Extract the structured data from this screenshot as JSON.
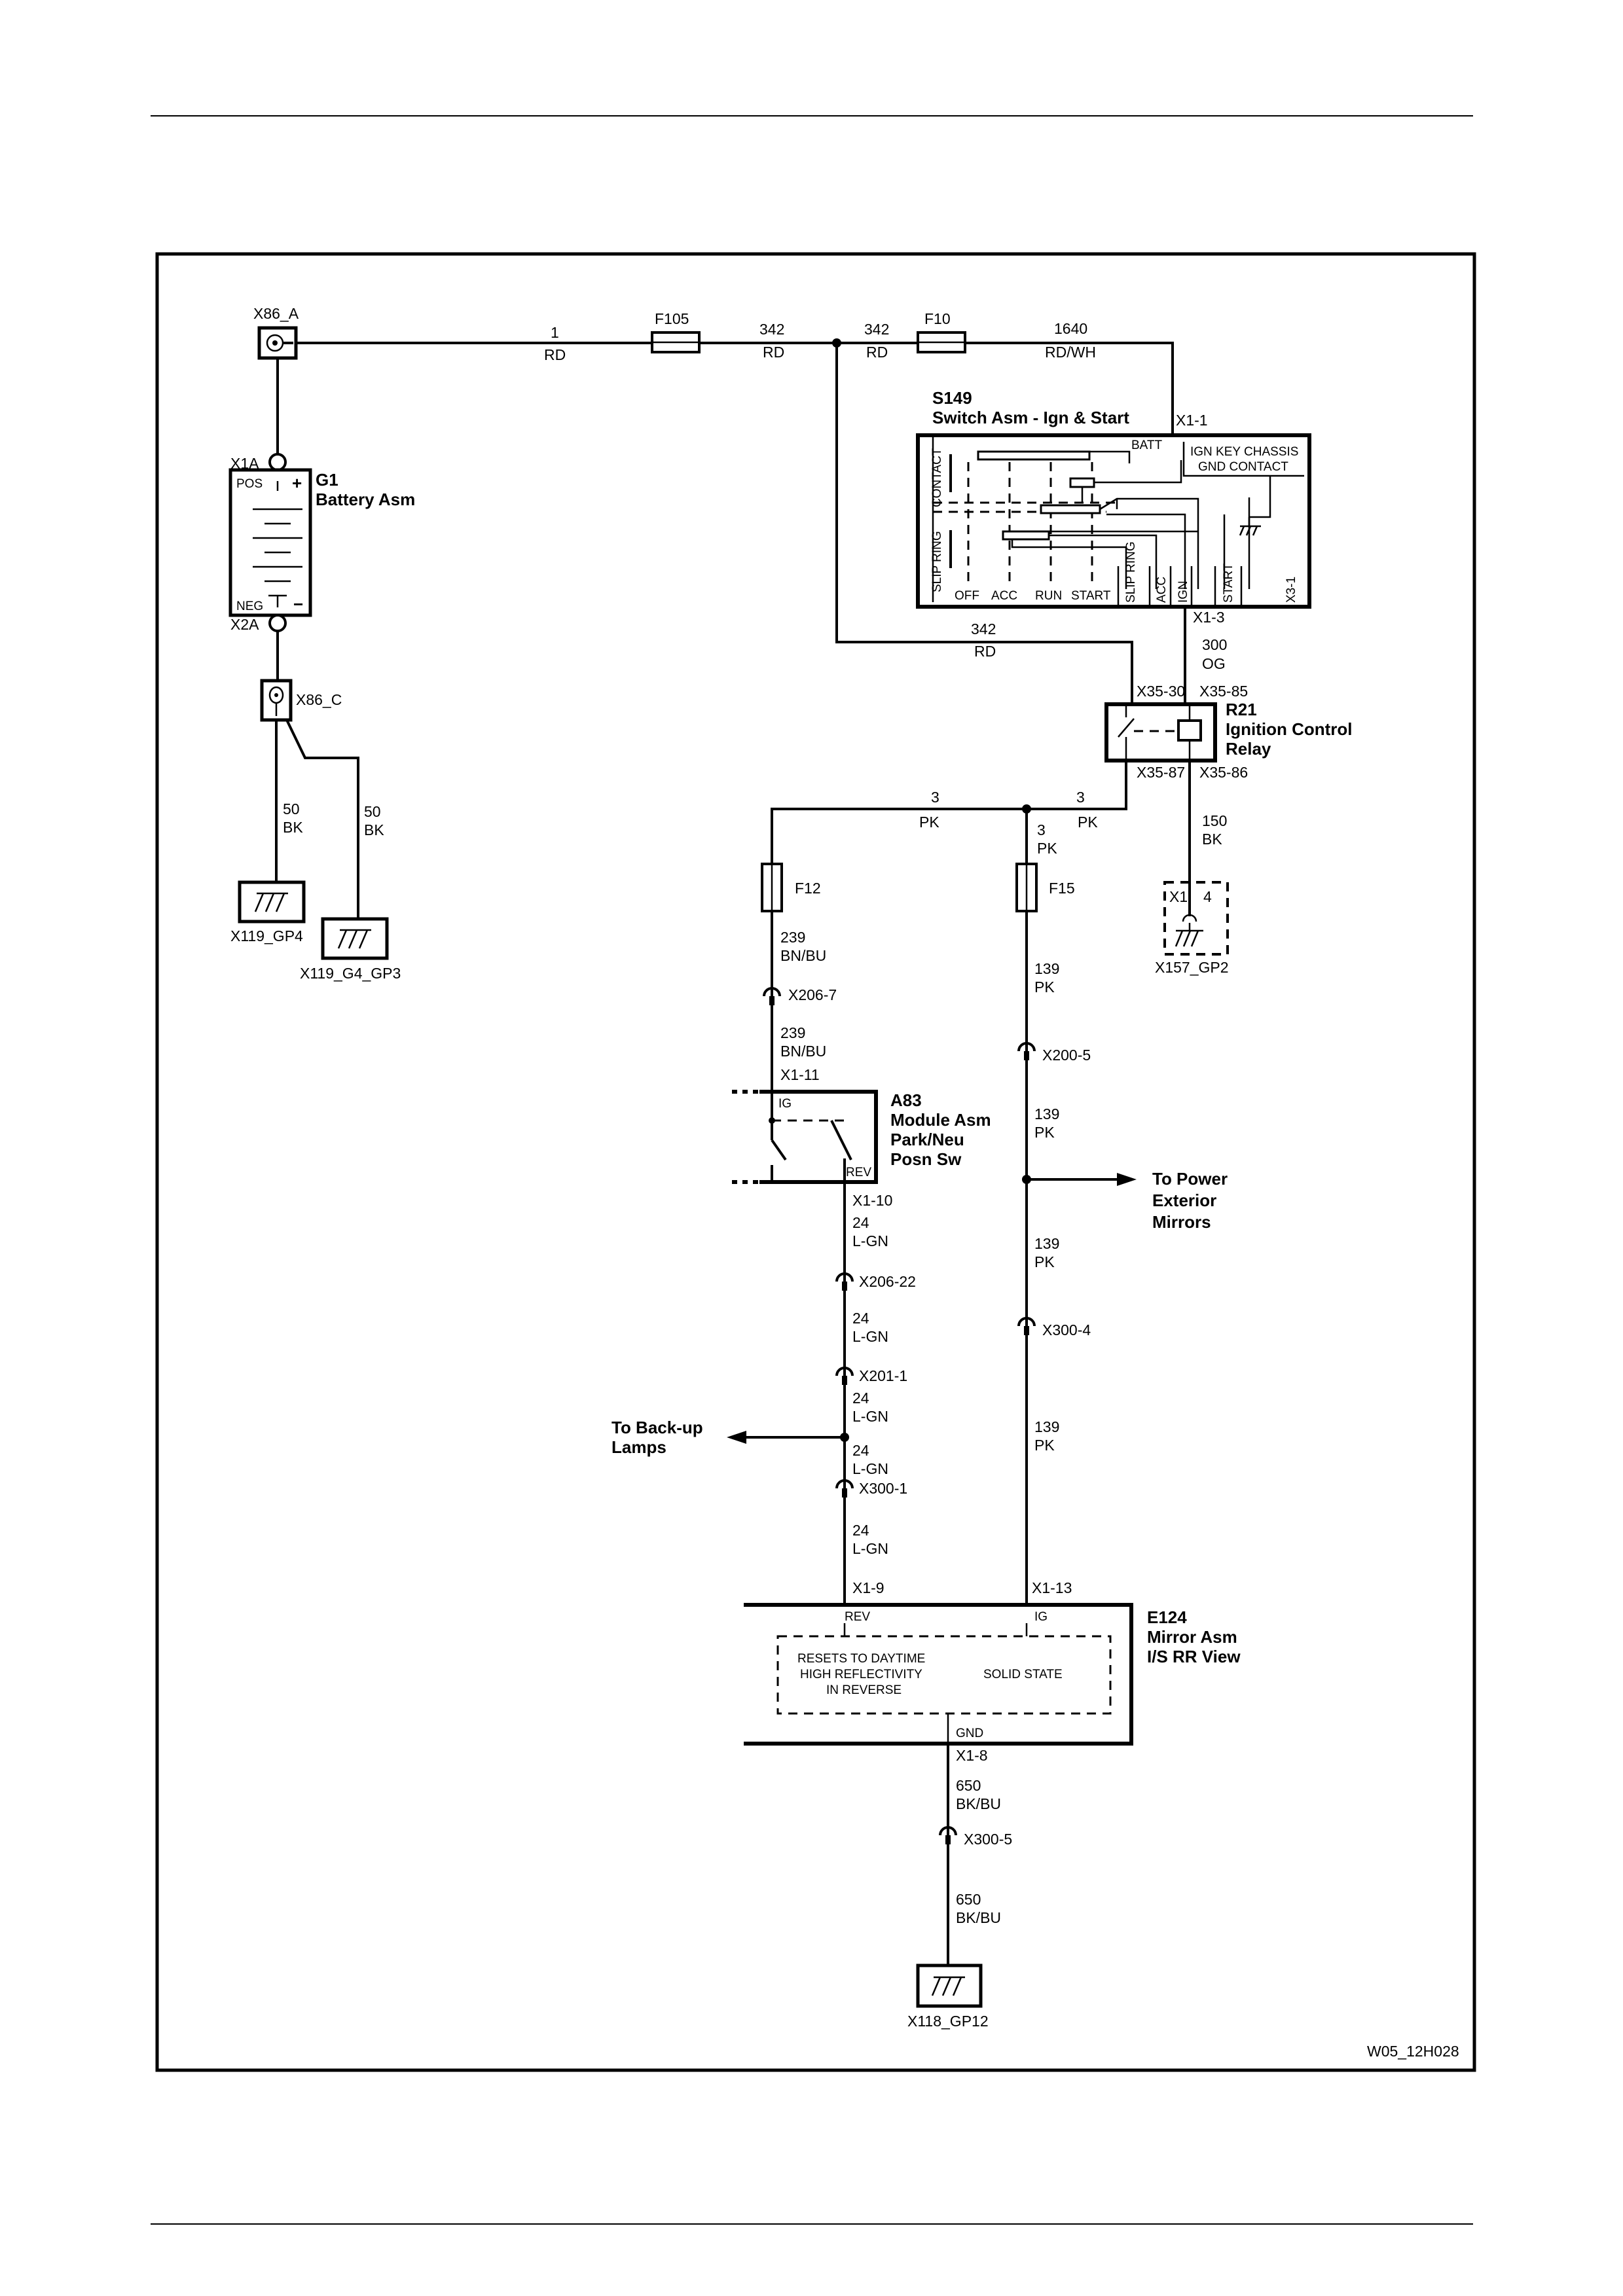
{
  "footer_code": "W05_12H028",
  "components": {
    "x86a": "X86_A",
    "x86c": "X86_C",
    "g1": {
      "id": "G1",
      "name": "Battery Asm",
      "pos": "POS",
      "neg": "NEG",
      "x1a": "X1A",
      "x2a": "X2A",
      "plus": "+",
      "minus": "−"
    },
    "f105": "F105",
    "f10": "F10",
    "f12": "F12",
    "f15": "F15",
    "s149": {
      "id": "S149",
      "name": "Switch Asm - Ign & Start",
      "batt": "BATT",
      "ign_key": "IGN KEY CHASSIS",
      "gnd_contact": "GND CONTACT",
      "contact": "CONTACT",
      "slip_ring": "SLIP RING",
      "positions": [
        "OFF",
        "ACC",
        "RUN",
        "START"
      ],
      "pins": [
        "SLIP RING",
        "ACC",
        "IGN",
        "START",
        "X3-1"
      ],
      "x1_1": "X1-1",
      "x1_3": "X1-3"
    },
    "r21": {
      "id": "R21",
      "name1": "Ignition Control",
      "name2": "Relay",
      "x35_30": "X35-30",
      "x35_85": "X35-85",
      "x35_87": "X35-87",
      "x35_86": "X35-86"
    },
    "a83": {
      "id": "A83",
      "name1": "Module Asm",
      "name2": "Park/Neu",
      "name3": "Posn Sw",
      "ig": "IG",
      "rev": "REV",
      "x1_11": "X1-11",
      "x1_10": "X1-10"
    },
    "e124": {
      "id": "E124",
      "name1": "Mirror Asm",
      "name2": "I/S RR View",
      "rev": "REV",
      "ig": "IG",
      "gnd": "GND",
      "x1_9": "X1-9",
      "x1_13": "X1-13",
      "x1_8": "X1-8",
      "text1": "RESETS TO DAYTIME",
      "text2": "HIGH REFLECTIVITY",
      "text3": "IN REVERSE",
      "text4": "SOLID STATE"
    }
  },
  "grounds": {
    "gp4": "X119_GP4",
    "g4gp3": "X119_G4_GP3",
    "x157": "X157_GP2",
    "x157_pin1": "X1",
    "x157_pin2": "4",
    "x118": "X118_GP12"
  },
  "connectors": {
    "x206_7": "X206-7",
    "x200_5": "X200-5",
    "x206_22": "X206-22",
    "x201_1": "X201-1",
    "x300_1": "X300-1",
    "x300_4": "X300-4",
    "x300_5": "X300-5"
  },
  "wires": {
    "w1": {
      "num": "1",
      "color": "RD"
    },
    "w342a": {
      "num": "342",
      "color": "RD"
    },
    "w342b": {
      "num": "342",
      "color": "RD"
    },
    "w1640": {
      "num": "1640",
      "color": "RD/WH"
    },
    "w342c": {
      "num": "342",
      "color": "RD"
    },
    "w300": {
      "num": "300",
      "color": "OG"
    },
    "w50a": {
      "num": "50",
      "color": "BK"
    },
    "w50b": {
      "num": "50",
      "color": "BK"
    },
    "w3a": {
      "num": "3",
      "color": "PK"
    },
    "w3b": {
      "num": "3",
      "color": "PK"
    },
    "w3c": {
      "num": "3",
      "color": "PK"
    },
    "w150": {
      "num": "150",
      "color": "BK"
    },
    "w239a": {
      "num": "239",
      "color": "BN/BU"
    },
    "w239b": {
      "num": "239",
      "color": "BN/BU"
    },
    "w139a": {
      "num": "139",
      "color": "PK"
    },
    "w139b": {
      "num": "139",
      "color": "PK"
    },
    "w139c": {
      "num": "139",
      "color": "PK"
    },
    "w139d": {
      "num": "139",
      "color": "PK"
    },
    "w24a": {
      "num": "24",
      "color": "L-GN"
    },
    "w24b": {
      "num": "24",
      "color": "L-GN"
    },
    "w24c": {
      "num": "24",
      "color": "L-GN"
    },
    "w24d": {
      "num": "24",
      "color": "L-GN"
    },
    "w24e": {
      "num": "24",
      "color": "L-GN"
    },
    "w650a": {
      "num": "650",
      "color": "BK/BU"
    },
    "w650b": {
      "num": "650",
      "color": "BK/BU"
    }
  },
  "arrows": {
    "mirrors": [
      "To Power",
      "Exterior",
      "Mirrors"
    ],
    "backup": [
      "To Back-up",
      "Lamps"
    ]
  }
}
